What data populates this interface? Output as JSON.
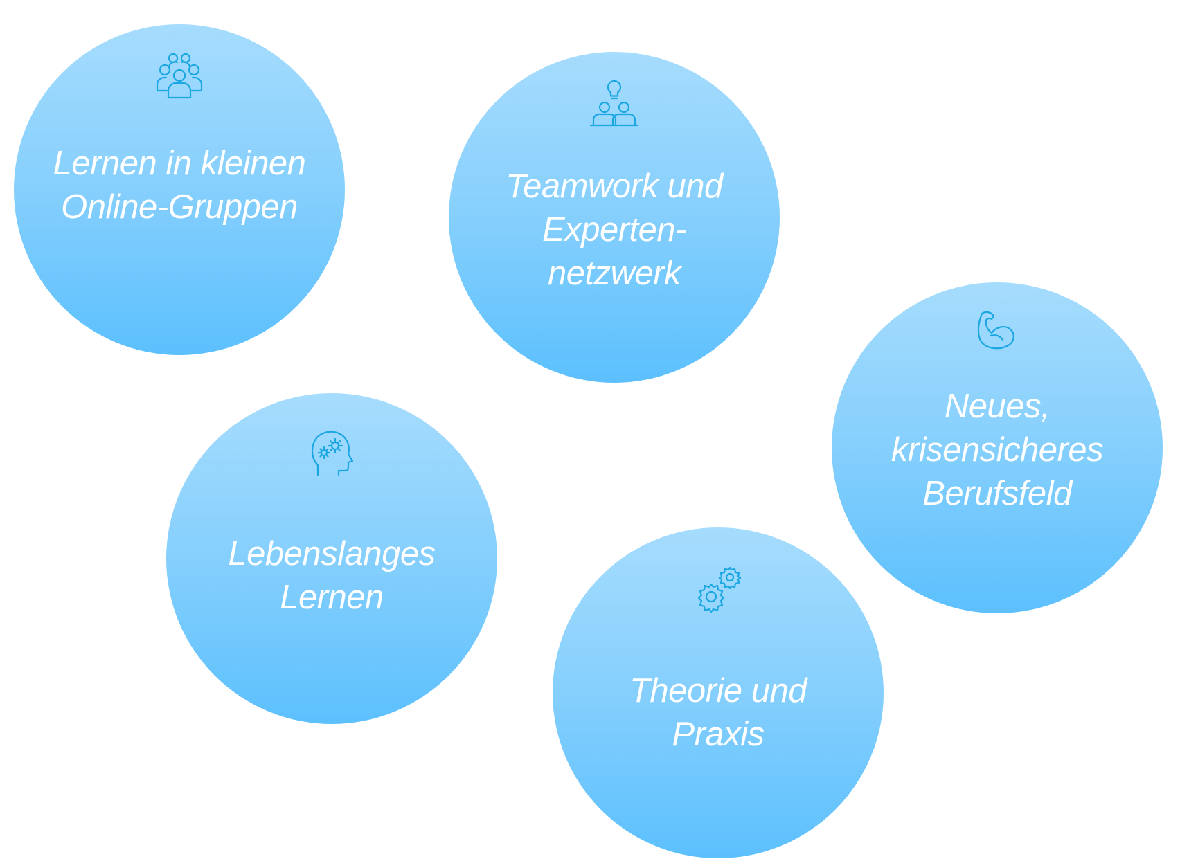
{
  "colors": {
    "bubble_top": "#a6dcfd",
    "bubble_bottom": "#5cc0fd",
    "icon_stroke": "#1aa6e0",
    "text": "#ffffff"
  },
  "bubbles": [
    {
      "icon": "group-people-icon",
      "label": "Lernen in kleinen\nOnline-Gruppen"
    },
    {
      "icon": "team-idea-icon",
      "label": "Teamwork und\nExperten-\nnetzwerk"
    },
    {
      "icon": "flexed-arm-icon",
      "label": "Neues,\nkrisensicheres\nBerufsfeld"
    },
    {
      "icon": "head-gears-icon",
      "label": "Lebenslanges\nLernen"
    },
    {
      "icon": "gears-icon",
      "label": "Theorie und\nPraxis"
    }
  ]
}
